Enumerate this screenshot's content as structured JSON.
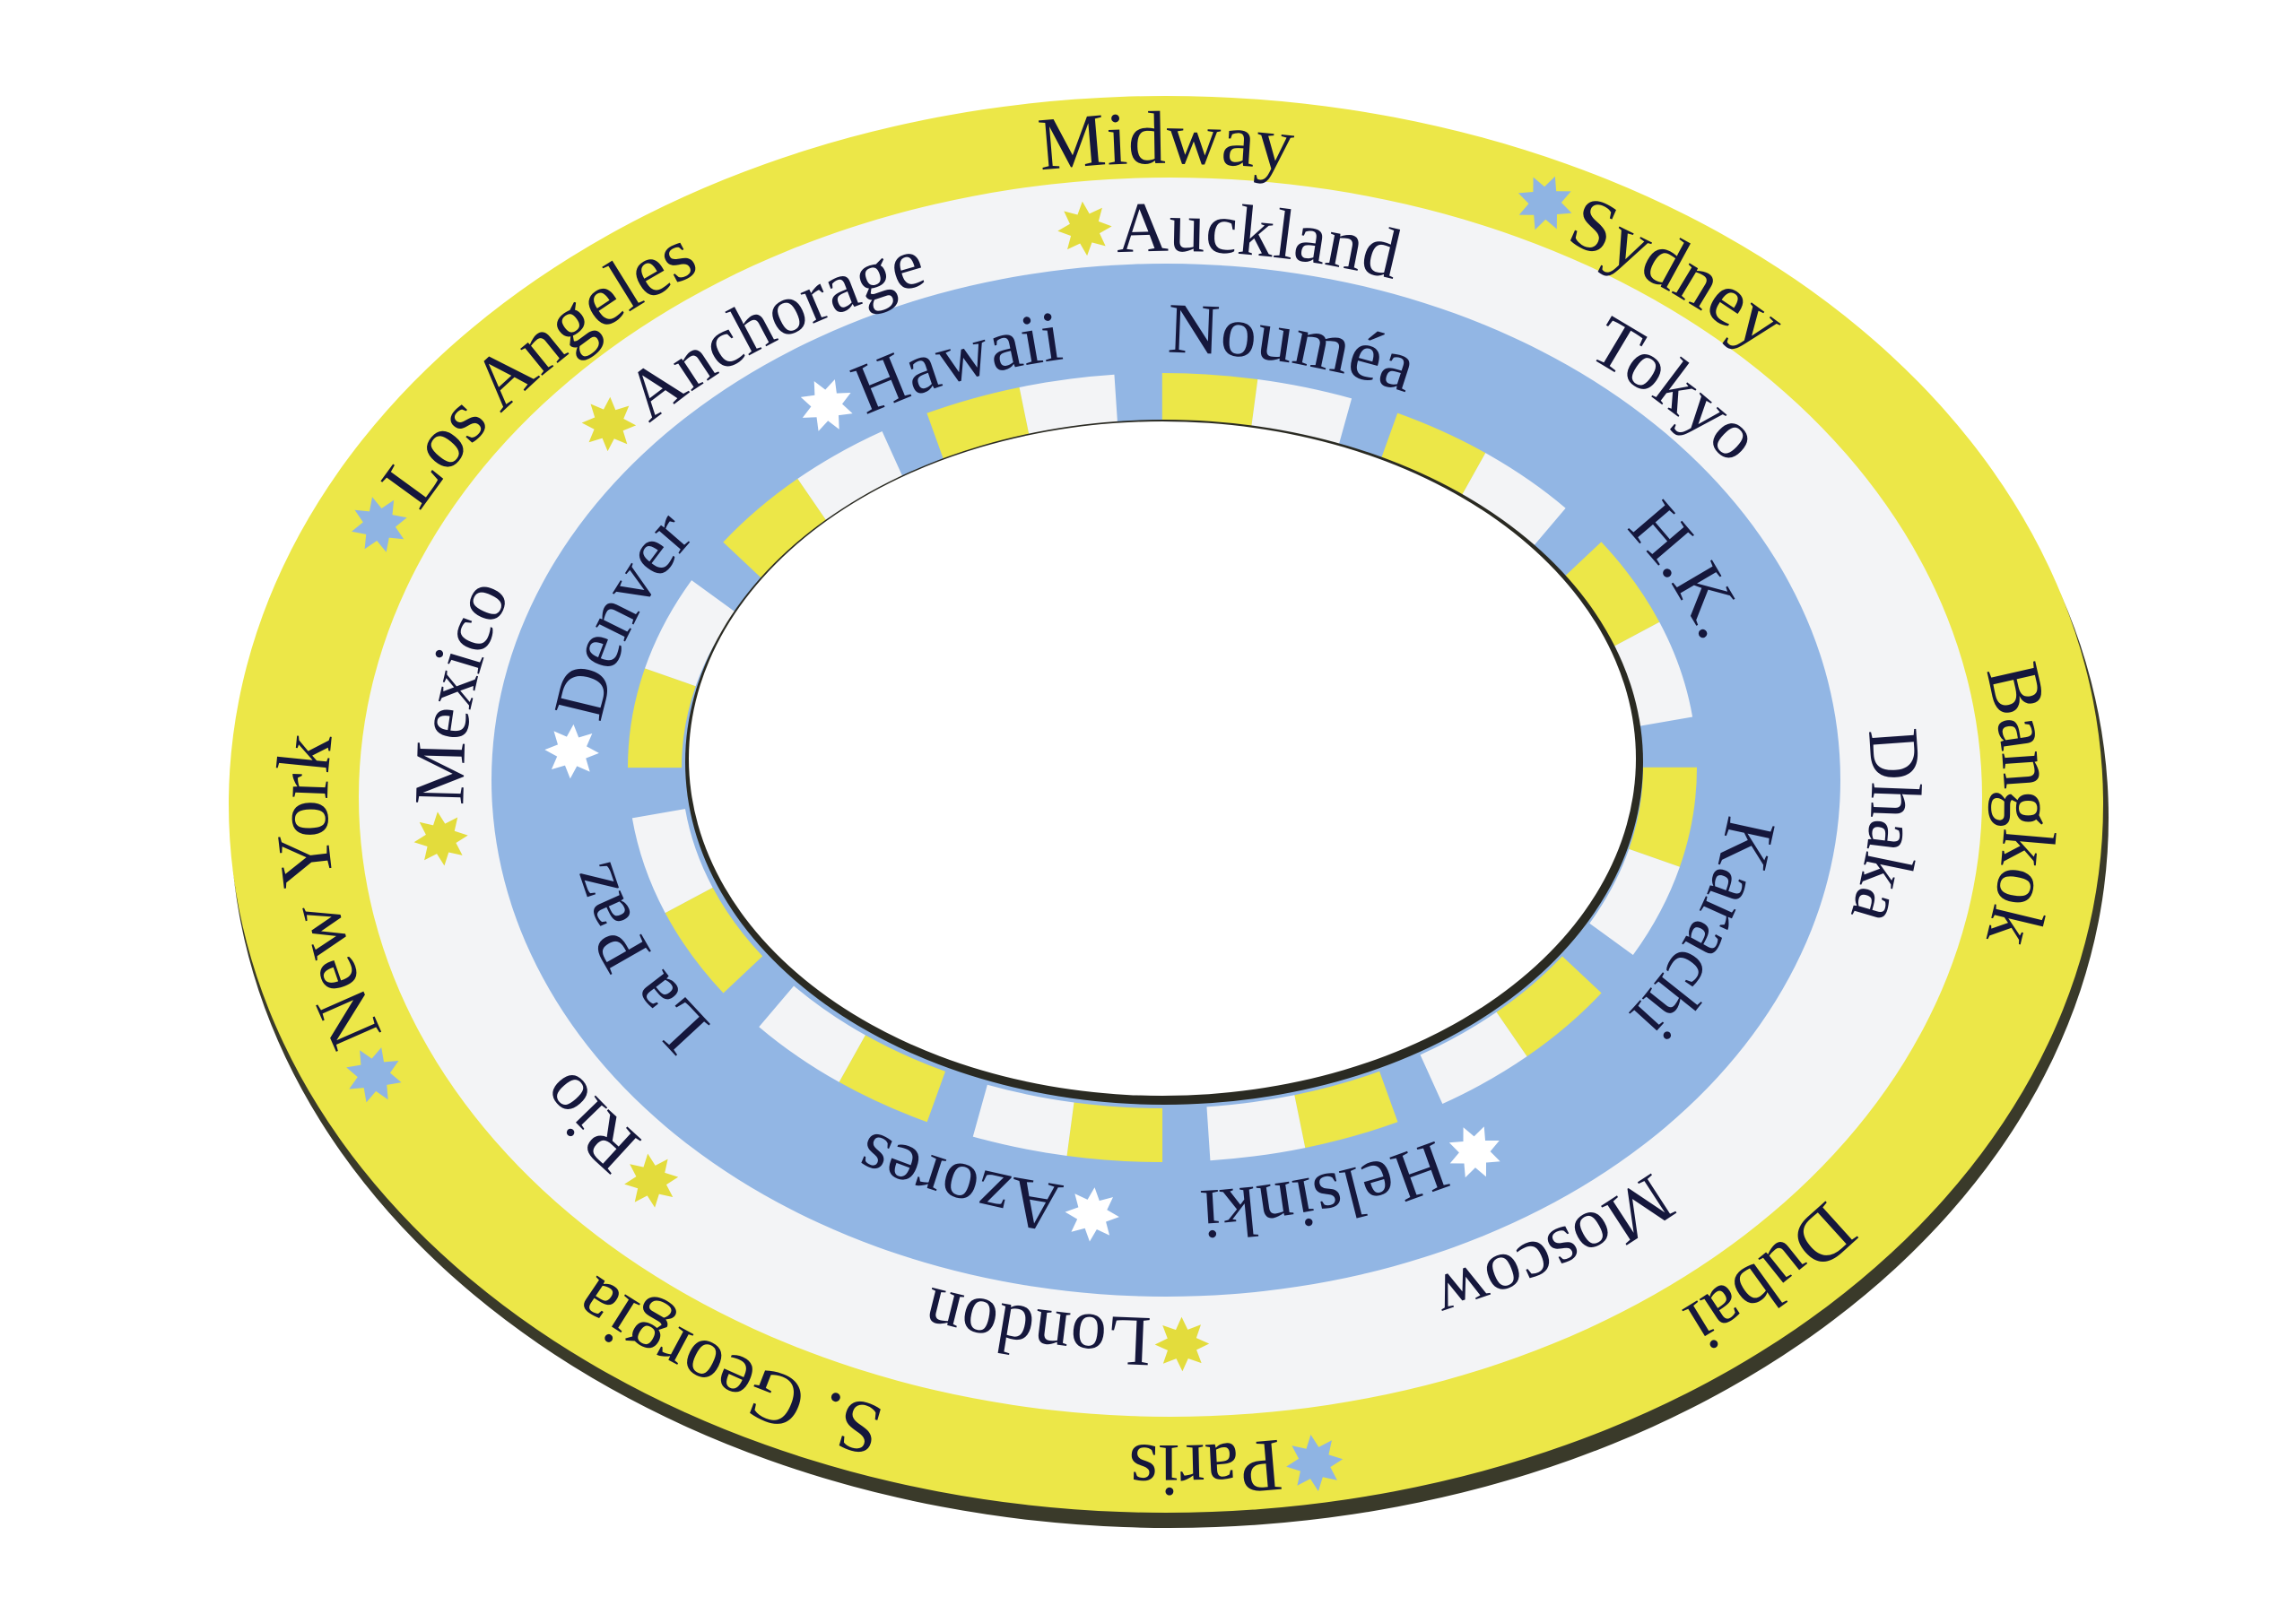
{
  "title": "World time zone ring",
  "colors": {
    "yellow": "#ece748",
    "white": "#f3f4f6",
    "blue": "#92b6e4",
    "text": "#15173c",
    "edge": "#3a3a2a"
  },
  "rings": {
    "outer": {
      "labels": [
        "Paris",
        "S. Georgia",
        "New York",
        "Los Angeles",
        "Midway",
        "Sydney",
        "Bangkok",
        "Dubai"
      ]
    },
    "middle": {
      "labels": [
        "London",
        "Rio",
        "Mexico",
        "Anchorage",
        "Auckland",
        "Tokyo",
        "Dhaka",
        "Moscow"
      ]
    },
    "inner": {
      "labels": [
        "Azores",
        "La Paz",
        "Denver",
        "Hawaii",
        "Nouméa",
        "H.K.",
        "Karachi",
        "Helsinki"
      ]
    }
  }
}
